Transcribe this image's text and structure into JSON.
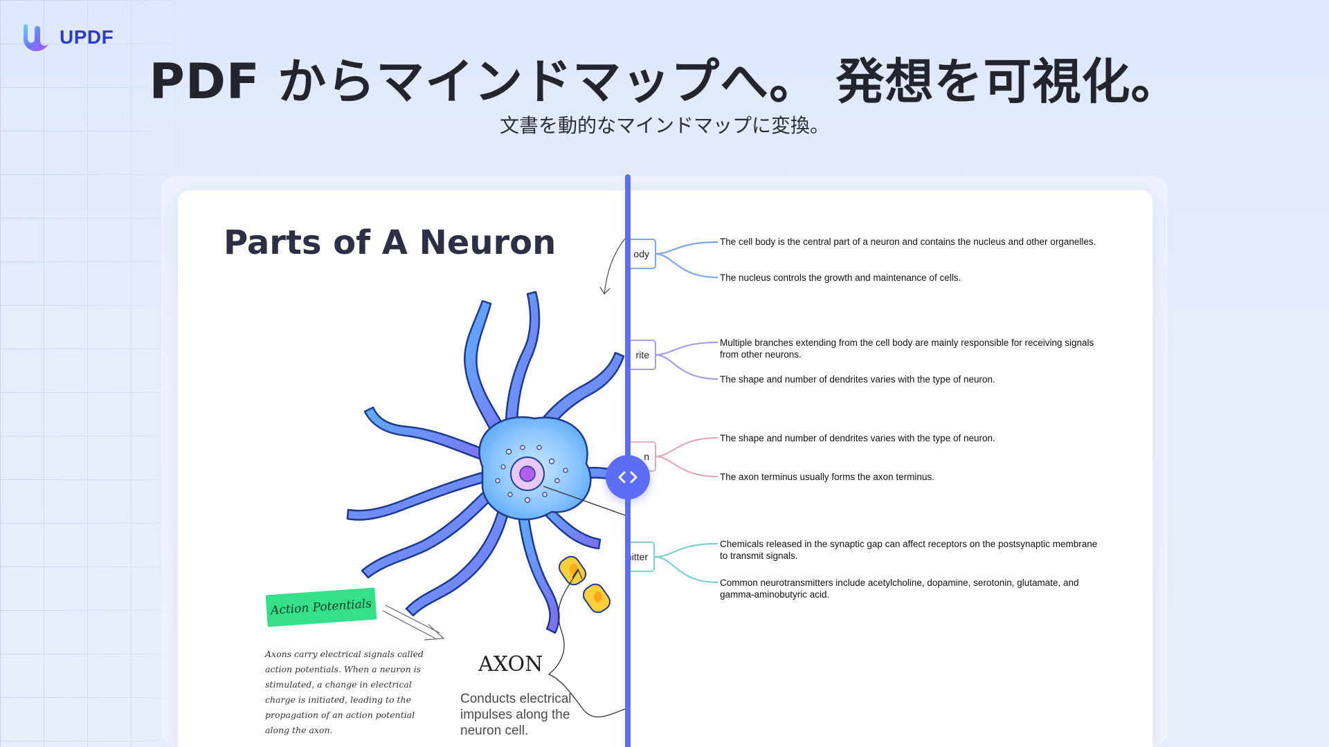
{
  "brand": {
    "name": "UPDF",
    "accent": "#5b6ef5",
    "logo_color": "#2a3cc8"
  },
  "hero": {
    "title": "PDF からマインドマップへ。 発想を可視化。",
    "subtitle": "文書を動的なマインドマップに変換。"
  },
  "document": {
    "title": "Parts of A Neuron",
    "action_tag": "Action Potentials",
    "action_text": "Axons carry electrical signals called action potentials. When a neuron is stimulated, a change in electrical charge is initiated, leading to the propagation of an action potential along the axon.",
    "axon_title": "AXON",
    "axon_desc": "Conducts electrical impulses along the neuron cell."
  },
  "compare_handle": {
    "icon": "chevron-left-right-icon"
  },
  "mindmap": {
    "nodes": [
      {
        "label": "ody",
        "color": "#7ea6e8",
        "leaves": [
          "The cell body is the central part of a neuron and contains the nucleus and other organelles.",
          "The nucleus controls the growth and maintenance of cells."
        ]
      },
      {
        "label": "rite",
        "color": "#a99be6",
        "leaves": [
          "Multiple branches extending from the cell body are mainly responsible for receiving signals from other neurons.",
          "The shape and number of dendrites varies with the type of neuron."
        ]
      },
      {
        "label": "n",
        "color": "#e2a9bd",
        "leaves": [
          "The shape and number of dendrites varies with the type of neuron.",
          "The axon terminus usually forms the axon terminus."
        ]
      },
      {
        "label": "smitter",
        "color": "#7fcdcd",
        "leaves": [
          "Chemicals released in the synaptic gap can affect receptors on the postsynaptic membrane to transmit signals.",
          "Common neurotransmitters include acetylcholine, dopamine, serotonin, glutamate, and gamma-aminobutyric acid."
        ]
      }
    ]
  }
}
